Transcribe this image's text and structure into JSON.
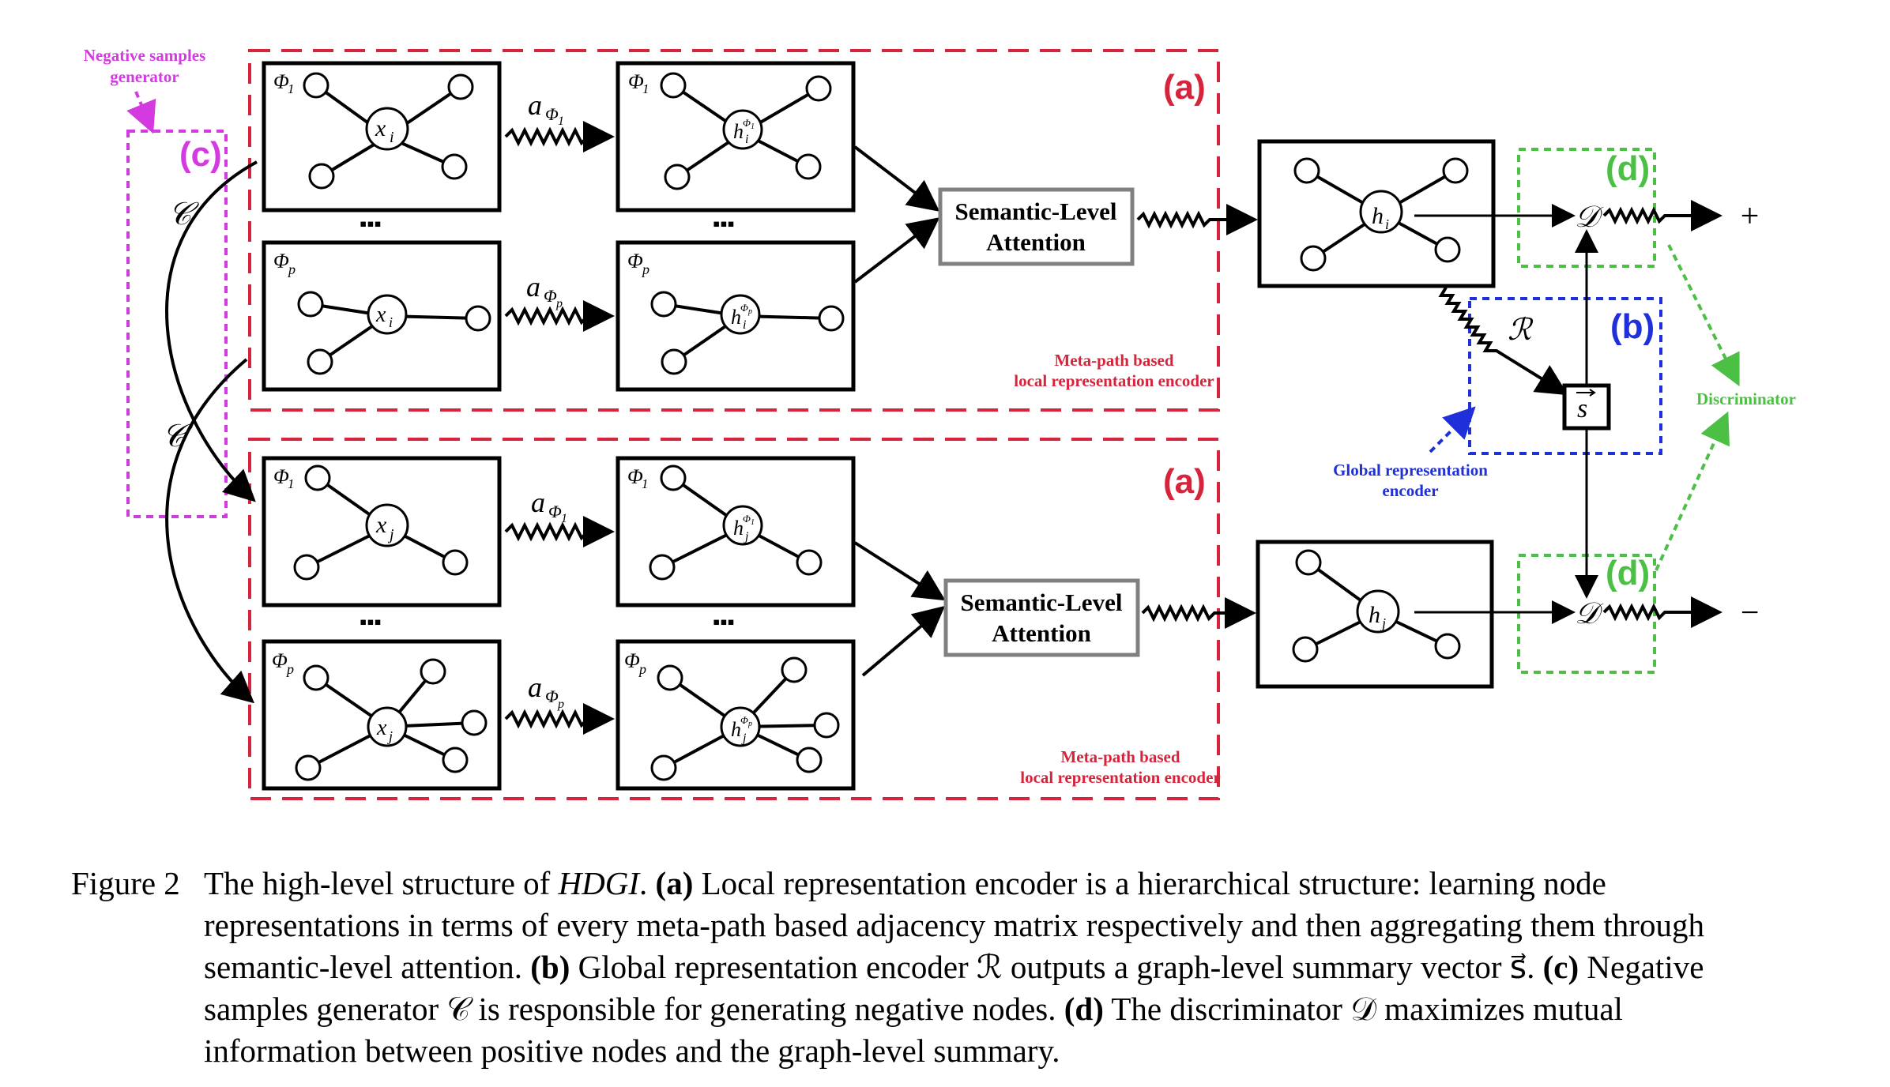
{
  "figure": {
    "labels": {
      "a_top": "(a)",
      "a_bottom": "(a)",
      "b": "(b)",
      "c": "(c)",
      "d_top": "(d)",
      "d_bottom": "(d)",
      "negative_samples_line1": "Negative samples",
      "negative_samples_line2": "generator",
      "meta_path_line1": "Meta-path based",
      "meta_path_line2": "local representation encoder",
      "global_line1": "Global representation",
      "global_line2": "encoder",
      "discriminator": "Discriminator",
      "semantic_line1": "Semantic-Level",
      "semantic_line2": "Attention",
      "dots": "▪▪▪",
      "plus": "+",
      "minus": "−"
    },
    "math": {
      "phi1": "Φ",
      "phi1_sub": "1",
      "phip": "Φ",
      "phip_sub": "p",
      "a": "a",
      "a_sub1": "Φ",
      "a_sub1_sub": "1",
      "a_subp": "Φ",
      "a_subp_sub": "p",
      "x_i": "x",
      "x_i_sub": "i",
      "x_j": "x",
      "x_j_sub": "j",
      "h": "h",
      "h_sub_i": "i",
      "h_sub_j": "j",
      "C": "𝒞",
      "R": "ℛ",
      "D": "𝒟",
      "s": "s"
    },
    "colors": {
      "red": "#d6243c",
      "magenta": "#d33be0",
      "green": "#4cbf45",
      "blue": "#1f2fd9",
      "gray": "#808080"
    }
  },
  "caption": {
    "head": "Figure 2",
    "l1_a": "The high-level structure of ",
    "l1_hdgi": "HDGI",
    "l1_b": ". ",
    "l1_tag_a": "(a)",
    "l1_c": " Local representation encoder is a hierarchical structure: learning node",
    "l2": "representations in terms of every meta-path based adjacency matrix respectively and then aggregating them through",
    "l3_a": "semantic-level attention. ",
    "l3_tag_b": "(b)",
    "l3_b": " Global representation encoder ℛ outputs a graph-level summary vector s⃗. ",
    "l3_tag_c": "(c)",
    "l3_c": " Negative",
    "l4_a": "samples generator 𝒞 is responsible for generating negative nodes. ",
    "l4_tag_d": "(d)",
    "l4_b": " The discriminator 𝒟 maximizes mutual",
    "l5": "information between positive nodes and the graph-level summary."
  }
}
